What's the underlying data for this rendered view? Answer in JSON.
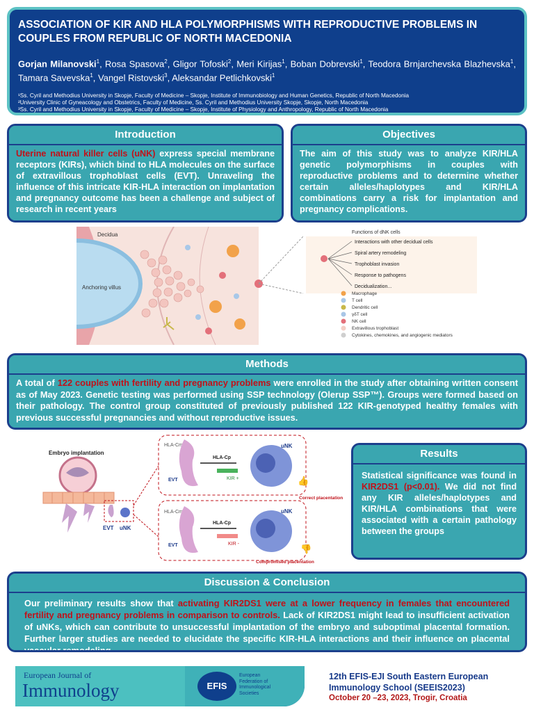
{
  "header": {
    "title": "ASSOCIATION OF KIR AND HLA POLYMORPHISMS WITH REPRODUCTIVE PROBLEMS IN COUPLES FROM REPUBLIC OF NORTH MACEDONIA",
    "authors": [
      {
        "name": "Gorjan Milanovski",
        "sup": "1",
        "bold": true
      },
      {
        "name": "Rosa Spasova",
        "sup": "2"
      },
      {
        "name": "Gligor Tofoski",
        "sup": "2"
      },
      {
        "name": "Meri Kirijas",
        "sup": "1"
      },
      {
        "name": "Boban Dobrevski",
        "sup": "1"
      },
      {
        "name": "Teodora Brnjarchevska Blazhevska",
        "sup": "1"
      },
      {
        "name": "Tamara Savevska",
        "sup": "1"
      },
      {
        "name": "Vangel Ristovski",
        "sup": "3"
      },
      {
        "name": "Aleksandar Petlichkovski",
        "sup": "1"
      }
    ],
    "affiliations": [
      "¹Ss. Cyril and Methodius University in Skopje, Faculty of Medicine – Skopje, Institute of Immunobiology and Human Genetics, Republic of North Macedonia",
      "²University Clinic of Gyneacology and Obstetrics, Faculty of Medicine, Ss. Cyril and Methodius University Skopje, Skopje, North Macedonia",
      "³Ss. Cyril and Methodius University in Skopje, Faculty of Medicine – Skopje, Institute of Physiology and Anthropology, Republic of North Macedonia"
    ]
  },
  "introduction": {
    "heading": "Introduction",
    "highlight": "Uterine natural killer cells (uNK)",
    "text": " express special membrane receptors (KIRs), which bind to HLA molecules on the surface of extravillous trophoblast cells (EVT). Unraveling the influence of this intricate KIR-HLA interaction on implantation and pregnancy outcome has been a challenge and subject of research in recent years"
  },
  "objectives": {
    "heading": "Objectives",
    "text": "The aim of this study was to analyze KIR/HLA genetic polymorphisms in couples with reproductive problems and to determine whether certain alleles/haplotypes and KIR/HLA combinations carry a risk for implantation and pregnancy complications."
  },
  "figure1": {
    "label_decidua": "Decidua",
    "label_villus": "Anchoring villus",
    "functions_title": "Functions of dNK cells",
    "functions": [
      "Interactions with other decidual cells",
      "Spiral artery remodeling",
      "Trophoblast invasion",
      "Response to pathogens",
      "Decidualization..."
    ],
    "legend": [
      {
        "label": "Macrophage",
        "color": "#f2a24a"
      },
      {
        "label": "T cell",
        "color": "#a8c8e8"
      },
      {
        "label": "Dendritic cell",
        "color": "#c8b84a"
      },
      {
        "label": "γδT cell",
        "color": "#a9c6e6"
      },
      {
        "label": "NK cell",
        "color": "#e3707a"
      },
      {
        "label": "Extravillous trophoblast",
        "color": "#f4cfc6"
      },
      {
        "label": "Cytokines, chemokines, and angiogenic mediators",
        "color": "#cfcfcf"
      }
    ]
  },
  "methods": {
    "heading": "Methods",
    "pre": "A total of ",
    "highlight": "122 couples with fertility and pregnancy problems",
    "post": " were enrolled in the study after obtaining written consent as of May 2023. Genetic testing was performed using SSP technology (Olerup SSP™). Groups were formed based on their pathology. The control group constituted of previously published 122 KIR-genotyped healthy females with previous successful pregnancies and without reproductive issues."
  },
  "figure2": {
    "embryo_title": "Embryo implantation",
    "evt": "EVT",
    "unk": "uNK",
    "hla_cm": "HLA-Cm",
    "hla_cp": "HLA-Cp",
    "kir_plus": "KIR +",
    "kir_minus": "KIR -",
    "correct": "Correct placentation",
    "compromised": "Compromised placentation"
  },
  "results": {
    "heading": "Results",
    "pre": "Statistical significance was found in ",
    "highlight": "KIR2DS1 (p<0.01).",
    "post": " We did not find any KIR alleles/haplotypes and KIR/HLA combinations that were associated with a certain pathology between the groups"
  },
  "discussion": {
    "heading": "Discussion & Conclusion",
    "pre": "Our preliminary results show that ",
    "highlight": "activating KIR2DS1 were at a lower frequency in females that encountered fertility and pregnancy problems in comparison to controls.",
    "post": " Lack of KIR2DS1 might lead to insufficient activation of uNKs, which can contribute to unsuccessful implantation of the embryo and suboptimal placental formation. Further larger studies are needed to elucidate the specific KIR-HLA interactions and their influence on placental vascular remodeling."
  },
  "footer": {
    "journal_small": "European Journal of",
    "journal_big": "Immunology",
    "efis": "EFIS",
    "efis_full": [
      "European",
      "Federation of",
      "Immunological",
      "Societies"
    ],
    "event_line1": "12th EFIS-EJI South Eastern European",
    "event_line2": "Immunology School (SEEIS2023)",
    "event_line3": "October 20 –23, 2023, Trogir, Croatia"
  }
}
